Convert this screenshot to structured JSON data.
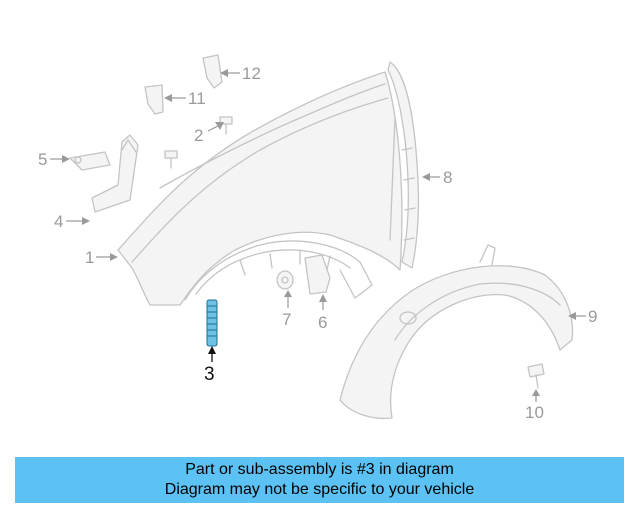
{
  "diagram": {
    "callouts": {
      "c1": "1",
      "c2": "2",
      "c3": "3",
      "c4": "4",
      "c5": "5",
      "c6": "6",
      "c7": "7",
      "c8": "8",
      "c9": "9",
      "c10": "10",
      "c11": "11",
      "c12": "12"
    },
    "highlighted_part": "3",
    "highlight_color": "#5bc2f3"
  },
  "banner": {
    "line1": "Part or sub-assembly is #3 in diagram",
    "line2": "Diagram may not be specific to your vehicle"
  }
}
